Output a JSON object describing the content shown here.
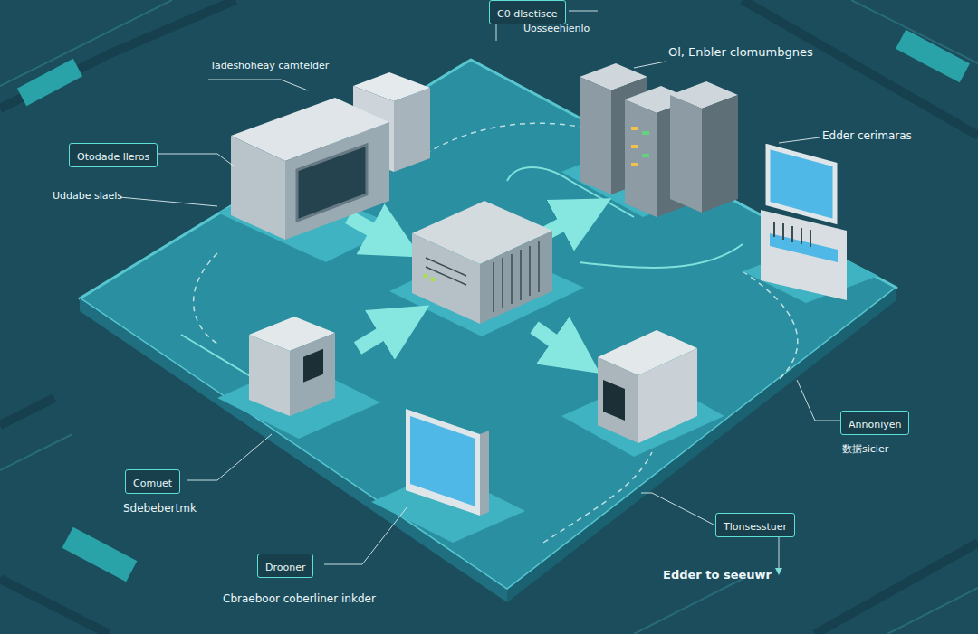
{
  "diagram": {
    "nodes": [
      {
        "text": [
          "C0 dlsetisce"
        ]
      },
      {
        "text": [
          "Otodade lleros"
        ]
      },
      {
        "text": [
          "Annoniyen"
        ]
      },
      {
        "text": [
          "Comuet"
        ]
      },
      {
        "text": [
          "Tlonsesstuer"
        ]
      },
      {
        "text": [
          "Drooner"
        ]
      }
    ],
    "labels": [
      "Uosseehienlo",
      "Tadeshoheay camtelder",
      "Ol, Enbler clomumbgnes",
      "Edder cerimaras",
      "Uddabe slaels",
      "数据sicier",
      "Sdebebertmk",
      "Edder to seeuwr",
      "Cbraeboor coberliner inkder"
    ]
  }
}
